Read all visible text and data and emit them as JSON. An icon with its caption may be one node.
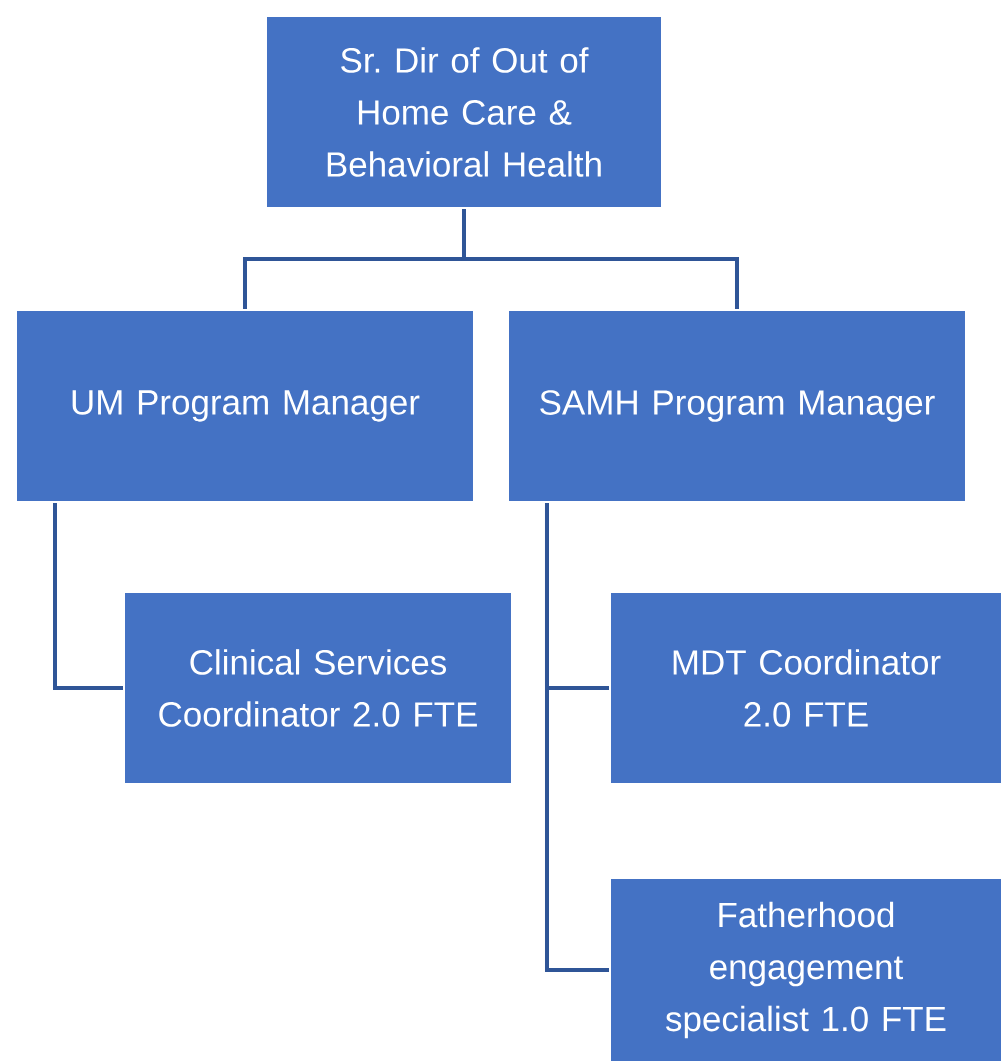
{
  "diagram": {
    "nodes": [
      {
        "text": [
          "Sr. Dir of Out of Home Care & Behavioral Health"
        ]
      },
      {
        "text": [
          "UM Program Manager"
        ]
      },
      {
        "text": [
          "SAMH Program Manager"
        ]
      },
      {
        "text": [
          "Clinical Services Coordinator 2.0 FTE"
        ]
      },
      {
        "text": [
          "MDT Coordinator 2.0 FTE"
        ]
      },
      {
        "text": [
          "Fatherhood engagement specialist 1.0 FTE"
        ]
      }
    ],
    "edges": [
      {
        "from": 0,
        "to": 1,
        "arrow": "none"
      },
      {
        "from": 0,
        "to": 2,
        "arrow": "none"
      },
      {
        "from": 1,
        "to": 3,
        "arrow": "none"
      },
      {
        "from": 2,
        "to": 4,
        "arrow": "none"
      },
      {
        "from": 2,
        "to": 5,
        "arrow": "none"
      }
    ]
  }
}
